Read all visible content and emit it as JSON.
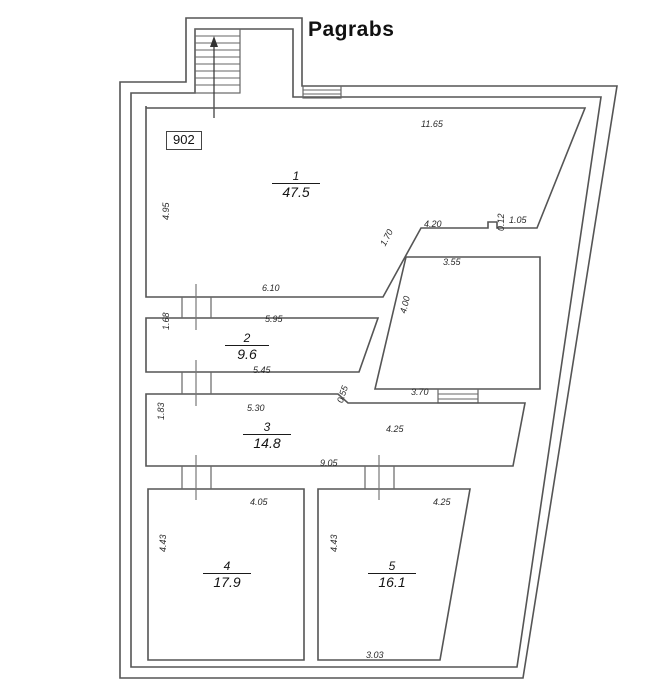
{
  "page": {
    "title": "Pagrabs",
    "unit_id": "902",
    "document_type": "floor-plan",
    "line_color": "#555555",
    "text_color": "#141414"
  },
  "rooms": [
    {
      "number": "1",
      "area": "47.5"
    },
    {
      "number": "2",
      "area": "9.6"
    },
    {
      "number": "3",
      "area": "14.8"
    },
    {
      "number": "4",
      "area": "17.9"
    },
    {
      "number": "5",
      "area": "16.1"
    }
  ],
  "dimensions": {
    "room1_top": "11.65",
    "room1_left": "4.95",
    "room1_bottom": "6.10",
    "room1_step_top": "4.20",
    "room1_notch_small": "0.12",
    "room1_notch": "1.05",
    "room1_diag": "1.70",
    "room2_top": "5.95",
    "room2_left": "1.68",
    "room2_bottom": "5.45",
    "room3_top": "5.30",
    "room3_left": "1.83",
    "room3_bottom": "9.05",
    "room3_notch": "0.55",
    "room3_right_bottom": "4.25",
    "corridor_top": "3.55",
    "corridor_left": "4.00",
    "corridor_bottom": "3.70",
    "room4_top": "4.05",
    "room4_left": "4.43",
    "room5_top": "4.25",
    "room5_left": "4.43",
    "room5_bottom": "3.03"
  },
  "icons": {
    "stair_up_arrow": "up-arrow-icon",
    "staircase": "staircase-icon"
  }
}
